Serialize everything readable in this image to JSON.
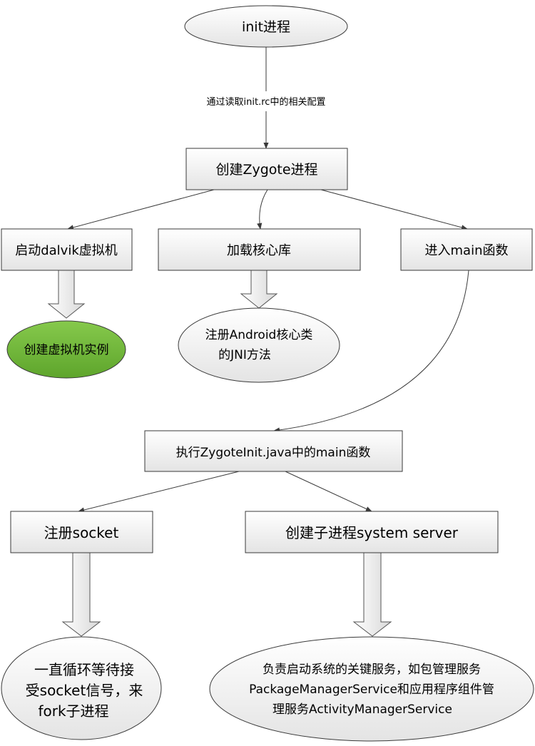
{
  "colors": {
    "background": "#ffffff",
    "stroke": "#3a3a3a",
    "node_fill_top": "#ffffff",
    "node_fill_bottom": "#e4e4e4",
    "highlight_fill": "#7cc142",
    "highlight_fill_dark": "#5ea52c",
    "arrow_outline": "#555555"
  },
  "nodes": {
    "init_process": {
      "label": "init进程"
    },
    "create_zygote": {
      "label": "创建Zygote进程"
    },
    "start_dalvik": {
      "label": "启动dalvik虚拟机"
    },
    "load_core_lib": {
      "label": "加载核心库"
    },
    "enter_main": {
      "label": "进入main函数"
    },
    "create_vm_instance": {
      "label": "创建虚拟机实例"
    },
    "register_android_jni": {
      "lines": [
        "注册Android核心类",
        "的JNI方法"
      ]
    },
    "exec_zygoteinit_main": {
      "label": "执行ZygoteInit.java中的main函数"
    },
    "register_socket": {
      "label": "注册socket"
    },
    "create_system_server": {
      "label": "创建子进程system server"
    },
    "wait_socket_fork": {
      "lines": [
        "一直循环等待接",
        "受socket信号，来",
        "fork子进程"
      ]
    },
    "system_server_duty": {
      "lines": [
        "负责启动系统的关键服务，如包管理服务",
        "PackageManagerService和应用程序组件管",
        "理服务ActivityManagerService"
      ]
    }
  },
  "edges": {
    "init_to_zygote_label": "通过读取init.rc中的相关配置"
  }
}
